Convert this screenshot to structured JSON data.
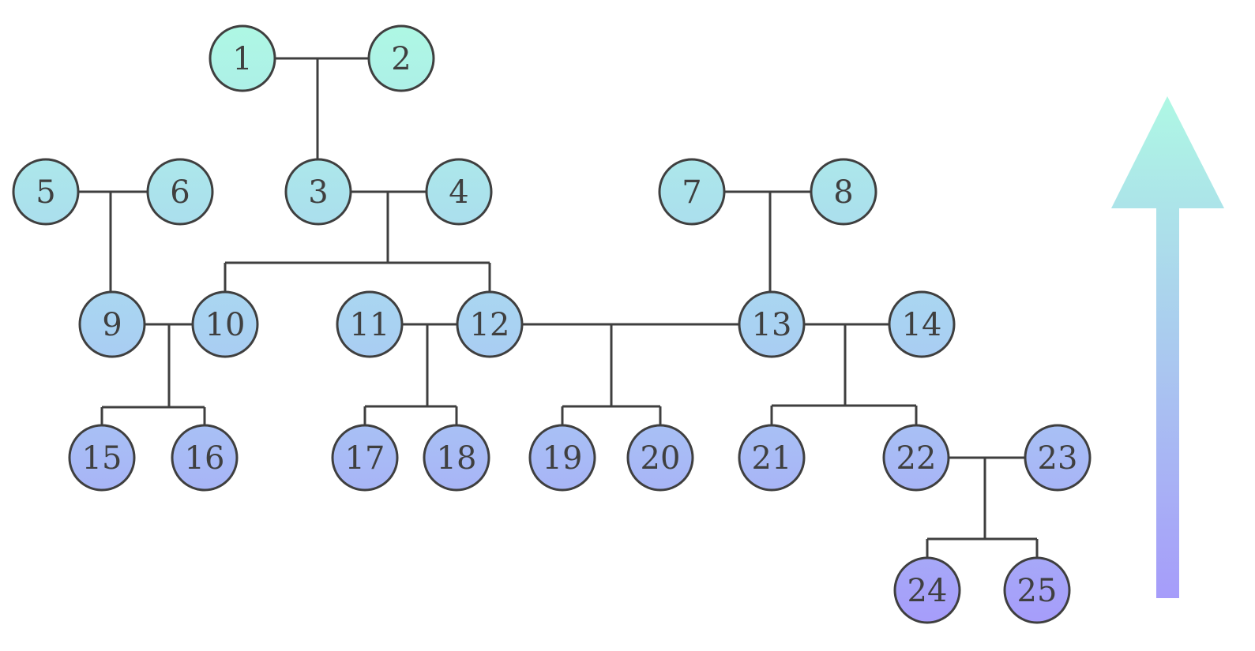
{
  "diagram": {
    "type": "family-tree",
    "nodes": [
      {
        "id": 1,
        "label": "1",
        "generation": 0
      },
      {
        "id": 2,
        "label": "2",
        "generation": 0
      },
      {
        "id": 3,
        "label": "3",
        "generation": 1
      },
      {
        "id": 4,
        "label": "4",
        "generation": 1
      },
      {
        "id": 5,
        "label": "5",
        "generation": 1
      },
      {
        "id": 6,
        "label": "6",
        "generation": 1
      },
      {
        "id": 7,
        "label": "7",
        "generation": 1
      },
      {
        "id": 8,
        "label": "8",
        "generation": 1
      },
      {
        "id": 9,
        "label": "9",
        "generation": 2
      },
      {
        "id": 10,
        "label": "10",
        "generation": 2
      },
      {
        "id": 11,
        "label": "11",
        "generation": 2
      },
      {
        "id": 12,
        "label": "12",
        "generation": 2
      },
      {
        "id": 13,
        "label": "13",
        "generation": 2
      },
      {
        "id": 14,
        "label": "14",
        "generation": 2
      },
      {
        "id": 15,
        "label": "15",
        "generation": 3
      },
      {
        "id": 16,
        "label": "16",
        "generation": 3
      },
      {
        "id": 17,
        "label": "17",
        "generation": 3
      },
      {
        "id": 18,
        "label": "18",
        "generation": 3
      },
      {
        "id": 19,
        "label": "19",
        "generation": 3
      },
      {
        "id": 20,
        "label": "20",
        "generation": 3
      },
      {
        "id": 21,
        "label": "21",
        "generation": 3
      },
      {
        "id": 22,
        "label": "22",
        "generation": 3
      },
      {
        "id": 23,
        "label": "23",
        "generation": 3
      },
      {
        "id": 24,
        "label": "24",
        "generation": 4
      },
      {
        "id": 25,
        "label": "25",
        "generation": 4
      }
    ],
    "unions": [
      {
        "partners": [
          1,
          2
        ],
        "children": [
          3
        ]
      },
      {
        "partners": [
          3,
          4
        ],
        "children": [
          10,
          12
        ]
      },
      {
        "partners": [
          5,
          6
        ],
        "children": [
          9
        ]
      },
      {
        "partners": [
          7,
          8
        ],
        "children": [
          13
        ]
      },
      {
        "partners": [
          9,
          10
        ],
        "children": [
          15,
          16
        ]
      },
      {
        "partners": [
          11,
          12
        ],
        "children": [
          17,
          18
        ]
      },
      {
        "partners": [
          12,
          13
        ],
        "children": [
          19,
          20
        ]
      },
      {
        "partners": [
          13,
          14
        ],
        "children": [
          21,
          22
        ]
      },
      {
        "partners": [
          22,
          23
        ],
        "children": [
          24,
          25
        ]
      }
    ],
    "colors": {
      "gradient_top": "#aef8e4",
      "gradient_mid": "#a9d2f2",
      "gradient_bottom": "#a69cfa",
      "stroke": "#3f3f3f"
    },
    "arrow": {
      "direction": "up"
    }
  }
}
